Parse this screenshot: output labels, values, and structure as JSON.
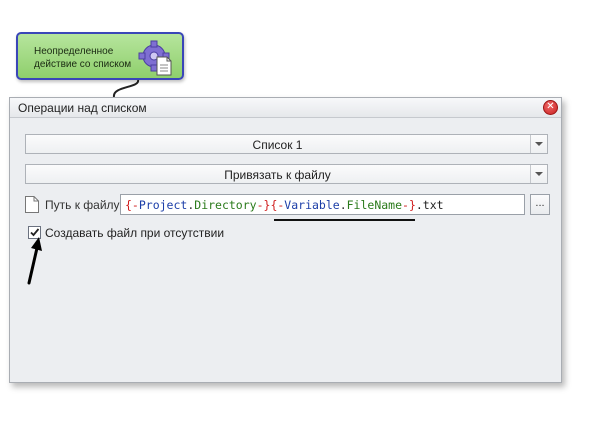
{
  "node": {
    "label": "Неопределенное действие со списком",
    "icon": "gear-document-icon",
    "fill_color": "#9fd883",
    "border_color": "#3a46b8"
  },
  "dialog": {
    "title": "Операции над списком",
    "close_glyph": "✕",
    "close_color": "#d42a2a",
    "list_combo": {
      "value": "Список 1"
    },
    "operation_combo": {
      "value": "Привязать к файлу"
    },
    "path": {
      "label": "Путь к файлу",
      "value": "{-Project.Directory-}{-Variable.FileName-}.txt",
      "tokens": [
        {
          "text": "{-",
          "cls": "brace"
        },
        {
          "text": "Project",
          "cls": "kw"
        },
        {
          "text": ".",
          "cls": "dot"
        },
        {
          "text": "Directory",
          "cls": "name"
        },
        {
          "text": "-}",
          "cls": "brace"
        },
        {
          "text": "{-",
          "cls": "brace"
        },
        {
          "text": "Variable",
          "cls": "kw"
        },
        {
          "text": ".",
          "cls": "dot"
        },
        {
          "text": "FileName",
          "cls": "name"
        },
        {
          "text": "-}",
          "cls": "brace"
        },
        {
          "text": ".txt",
          "cls": "plain"
        }
      ],
      "browse_label": "..."
    },
    "create_if_missing": {
      "label": "Создавать файл при отсутствии",
      "checked": true
    }
  }
}
